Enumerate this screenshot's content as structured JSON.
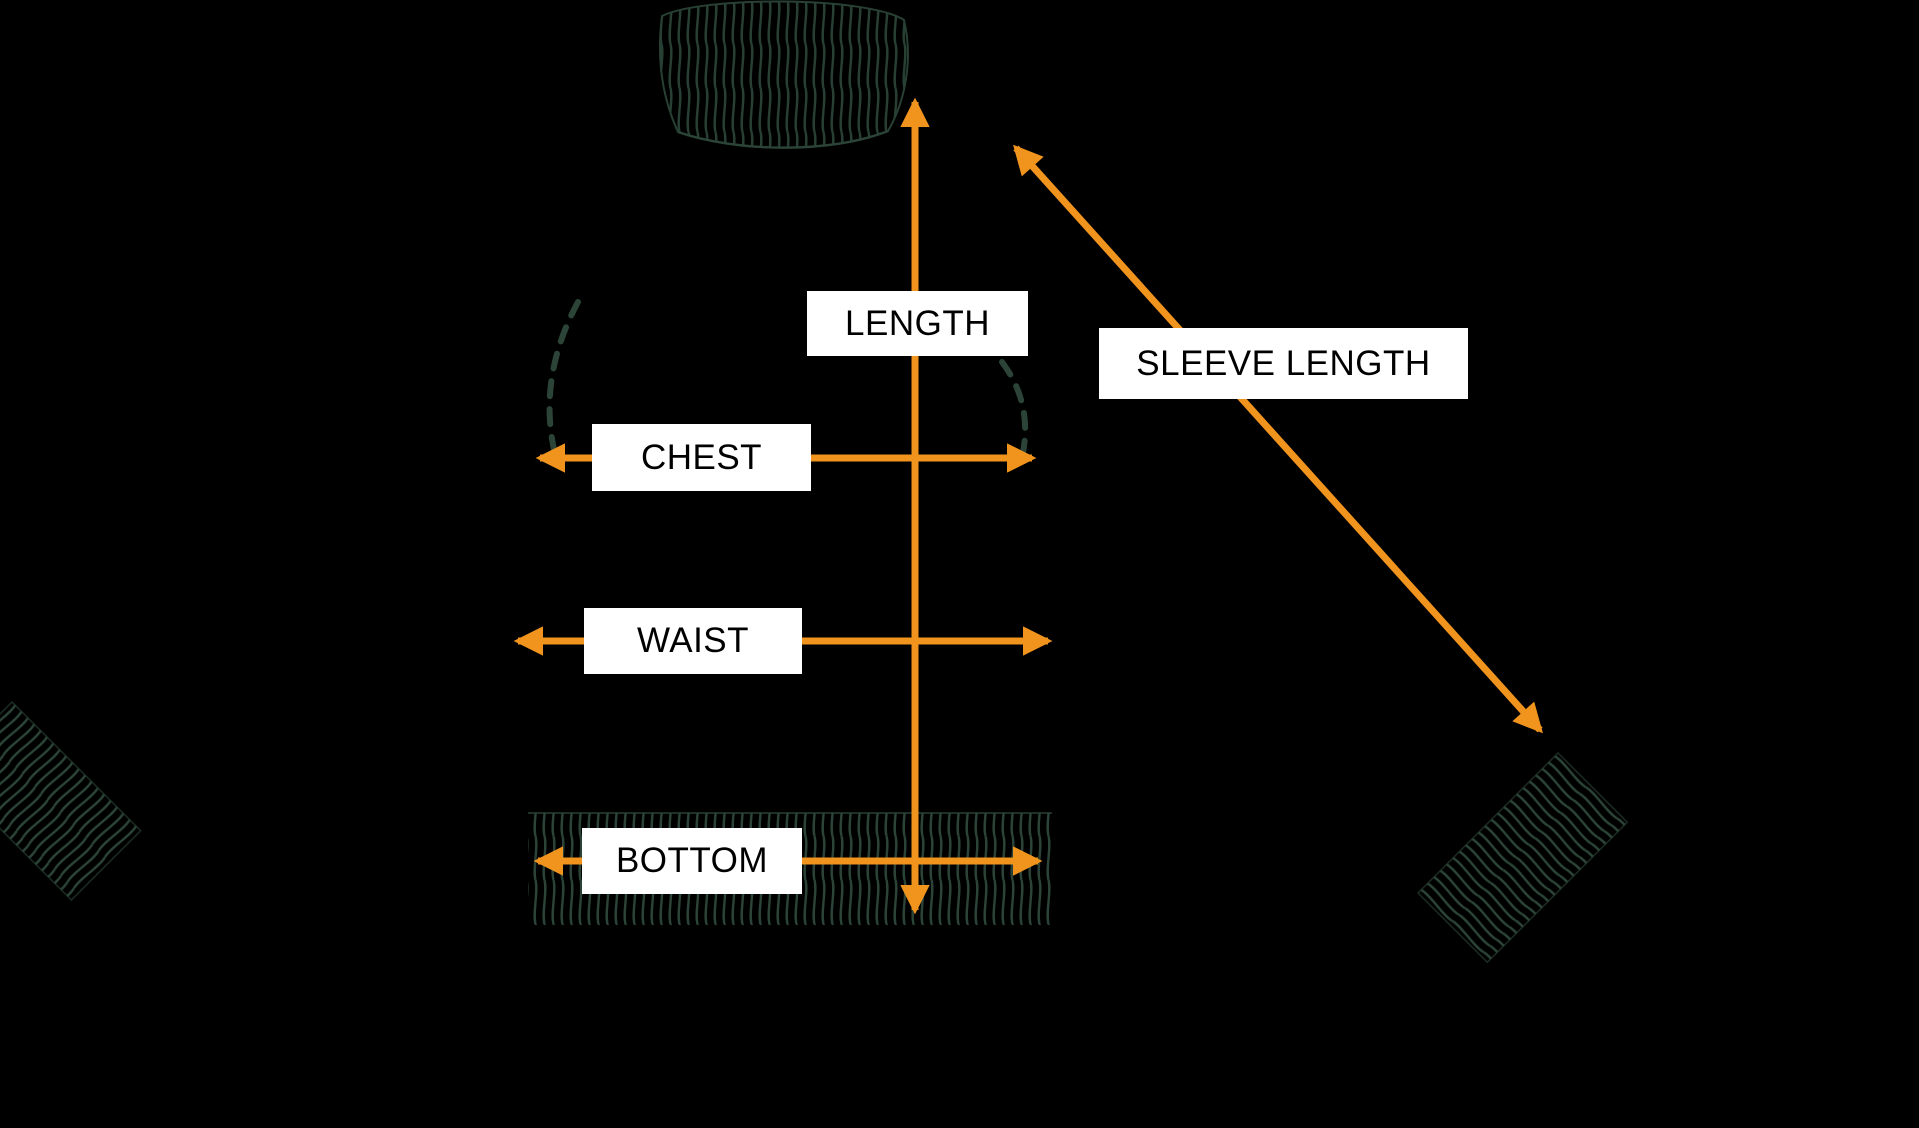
{
  "diagram": {
    "description_labels": {
      "length": "LENGTH",
      "sleeve_length": "SLEEVE LENGTH",
      "chest": "CHEST",
      "waist": "WAIST",
      "bottom": "BOTTOM"
    },
    "colors": {
      "background": "#000000",
      "arrow": "#F0941D",
      "label_background": "#FFFFFF",
      "label_text": "#000000",
      "rib_stroke": "#2B4437"
    }
  }
}
